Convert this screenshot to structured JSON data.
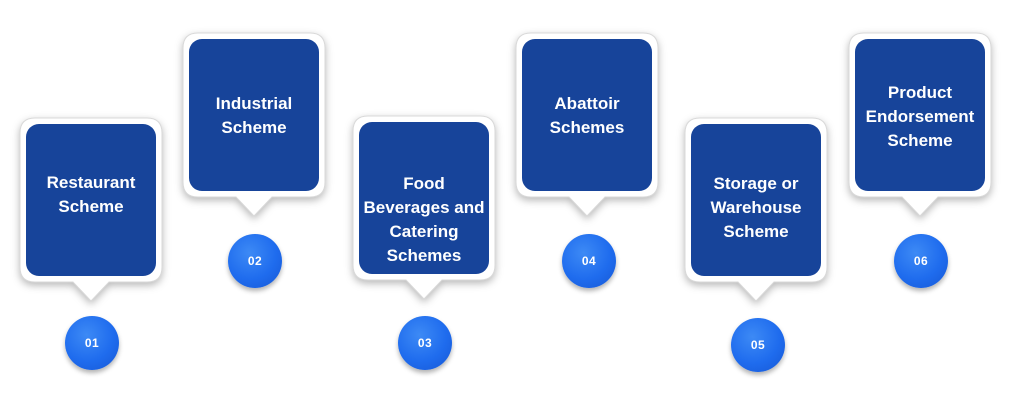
{
  "colors": {
    "card_fill": "#17449a",
    "card_border": "#ffffff",
    "badge_fill": "#1f6cee",
    "text": "#ffffff"
  },
  "steps": [
    {
      "number": "01",
      "label": "Restaurant Scheme"
    },
    {
      "number": "02",
      "label": "Industrial Scheme"
    },
    {
      "number": "03",
      "label": "Food Beverages and Catering Schemes"
    },
    {
      "number": "04",
      "label": "Abattoir Schemes"
    },
    {
      "number": "05",
      "label": "Storage or Warehouse Scheme"
    },
    {
      "number": "06",
      "label": "Product Endorsement Scheme"
    }
  ]
}
